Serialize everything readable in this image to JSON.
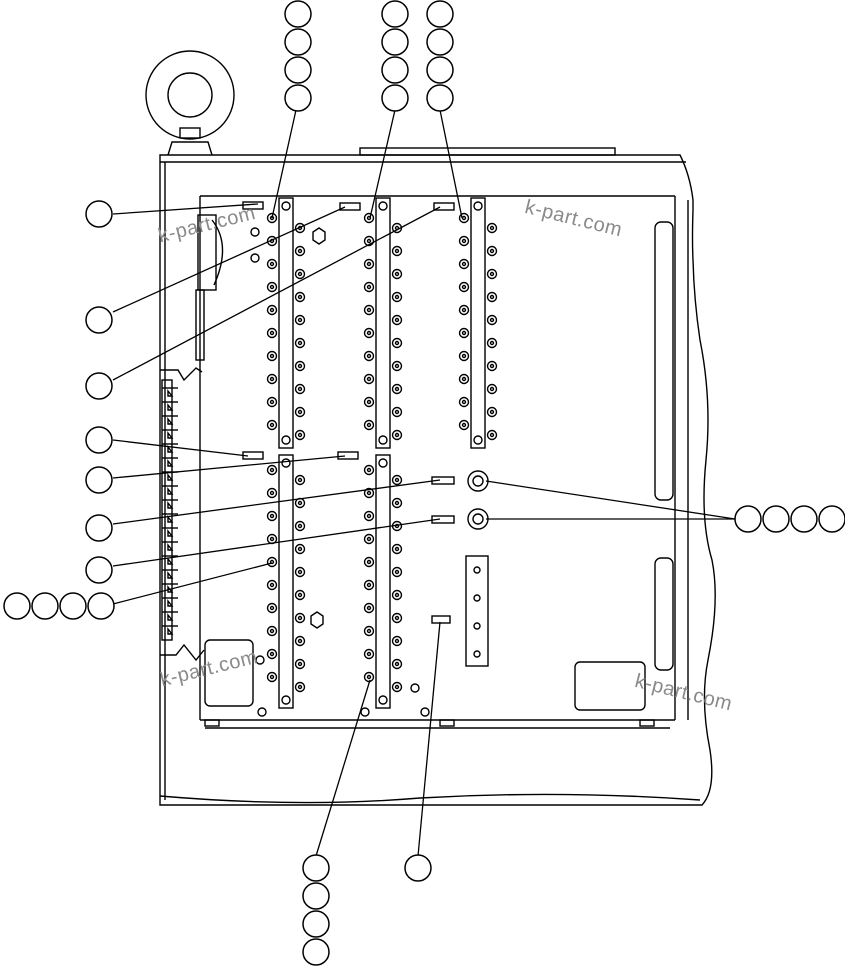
{
  "watermark": "k-part.com",
  "colors": {
    "line": "#000000",
    "background": "#ffffff",
    "watermark": "#8a8a8a"
  },
  "callout_groups": [
    {
      "id": "top-left-stack",
      "count": 4
    },
    {
      "id": "top-middle-stack",
      "count": 4
    },
    {
      "id": "top-right-stack",
      "count": 4
    },
    {
      "id": "left-1",
      "count": 1
    },
    {
      "id": "left-2",
      "count": 1
    },
    {
      "id": "left-3",
      "count": 1
    },
    {
      "id": "left-4",
      "count": 1
    },
    {
      "id": "left-5",
      "count": 1
    },
    {
      "id": "left-6",
      "count": 1
    },
    {
      "id": "left-7",
      "count": 1
    },
    {
      "id": "left-row",
      "count": 4
    },
    {
      "id": "right-row",
      "count": 4
    },
    {
      "id": "bottom-stack",
      "count": 4
    },
    {
      "id": "bottom-single",
      "count": 1
    }
  ]
}
